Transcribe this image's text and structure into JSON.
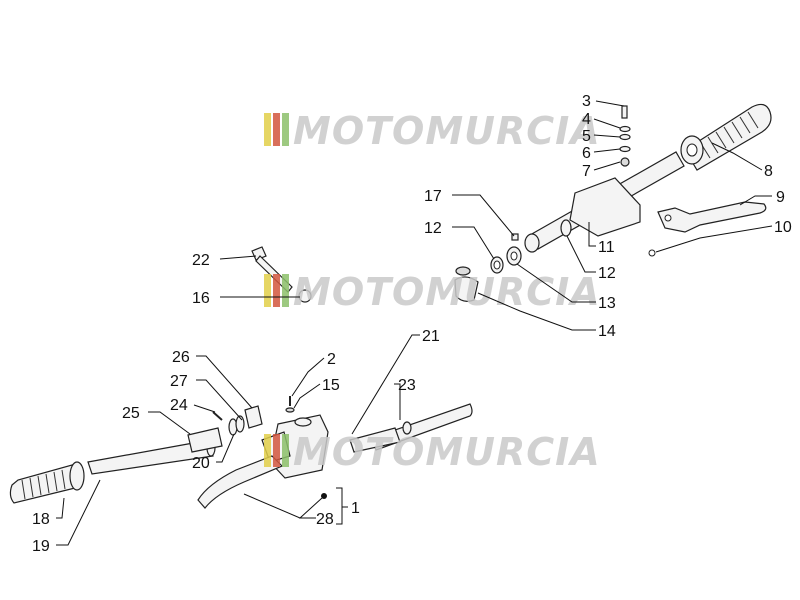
{
  "watermark": {
    "text": "MOTOMURCIA"
  },
  "callouts": [
    "1",
    "2",
    "3",
    "4",
    "5",
    "6",
    "7",
    "8",
    "9",
    "10",
    "11",
    "12",
    "12",
    "13",
    "14",
    "15",
    "16",
    "17",
    "18",
    "19",
    "20",
    "21",
    "22",
    "23",
    "24",
    "25",
    "26",
    "27",
    "28"
  ],
  "colors": {
    "watermark_stripes": [
      "#e2cf4a",
      "#d3563e",
      "#8cc06a"
    ],
    "watermark_text": "#c9c9c9",
    "line": "#111111"
  }
}
